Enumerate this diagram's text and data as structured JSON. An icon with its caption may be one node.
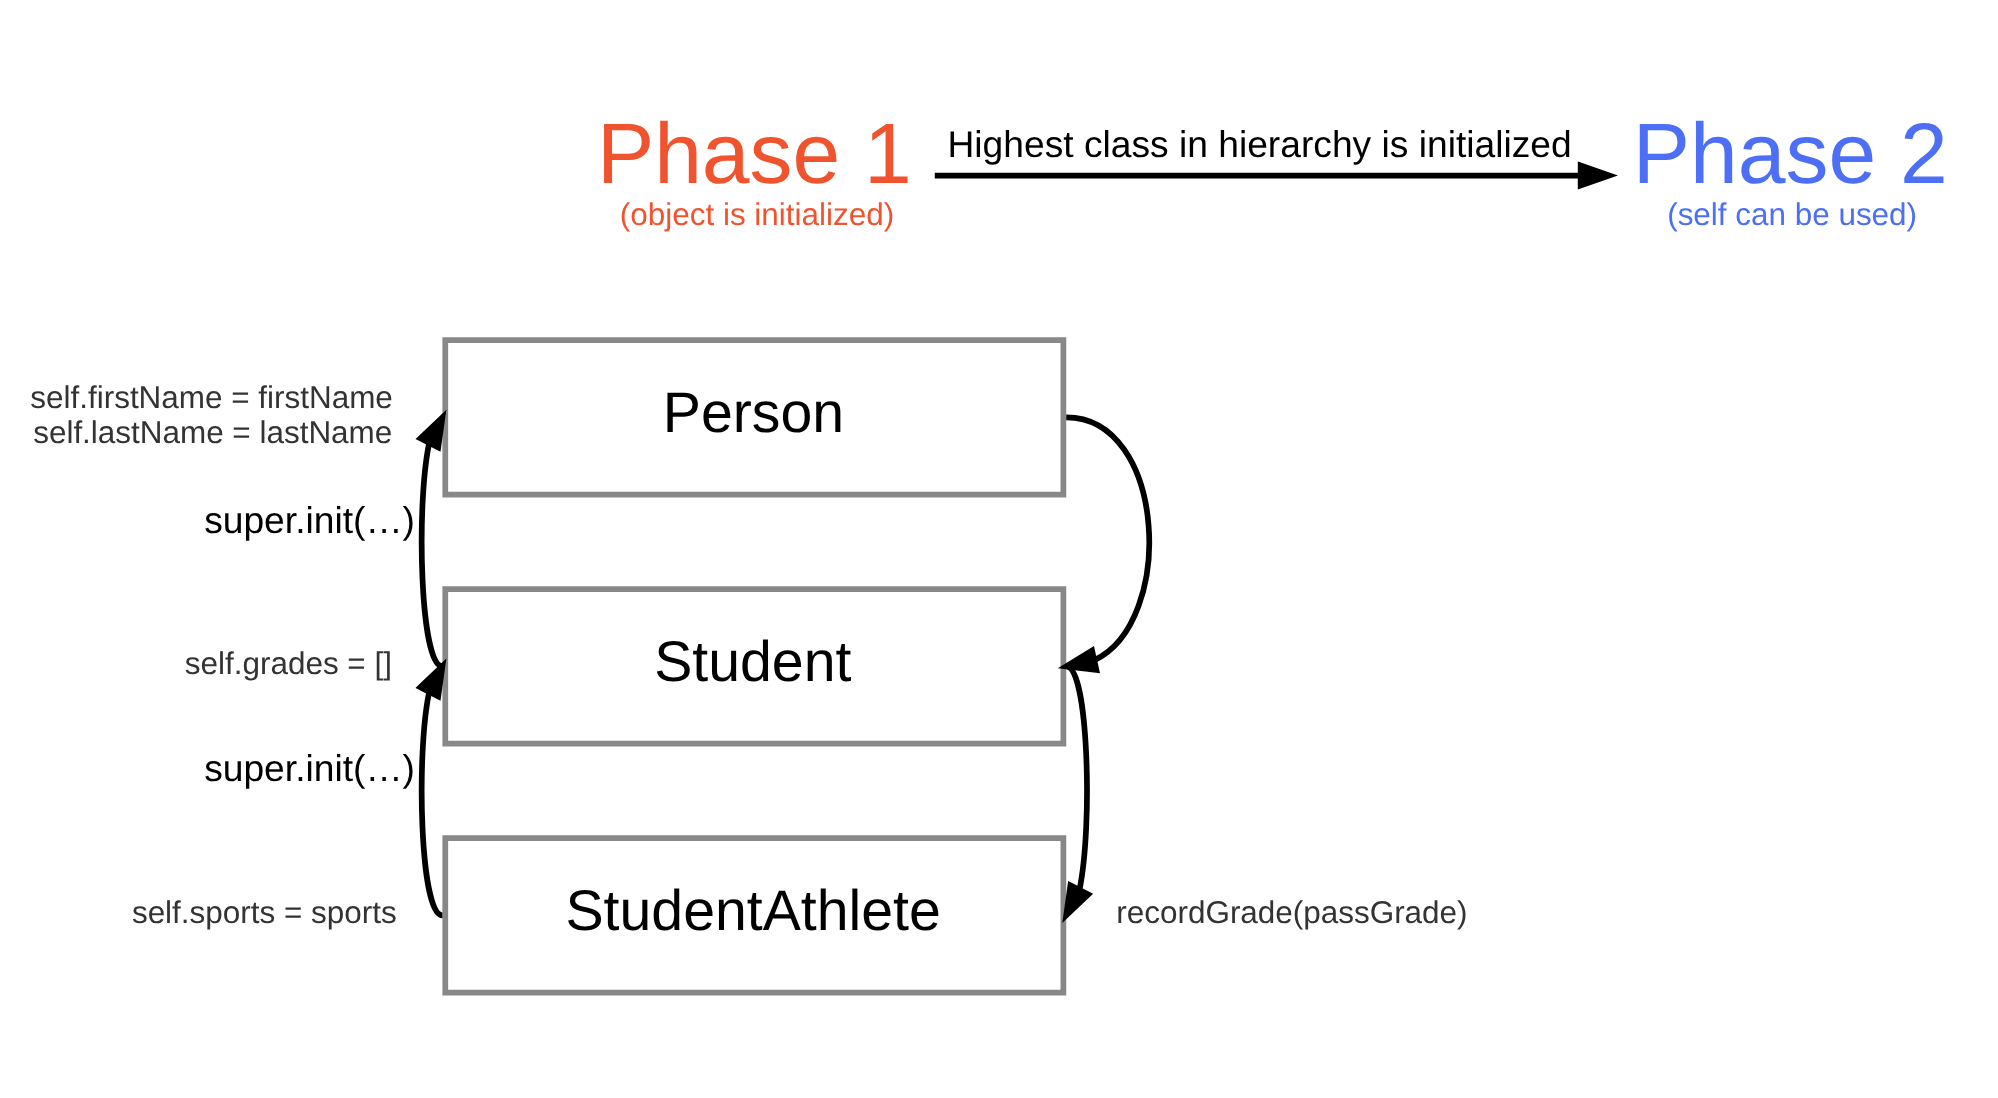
{
  "diagram": {
    "nodes": [
      {
        "text": [
          "Phase 1",
          "(object is initialized)"
        ]
      },
      {
        "text": [
          "Phase 2",
          "(self can be used)"
        ]
      },
      {
        "text": [
          "Person"
        ],
        "beside": [
          "self.firstName = firstName self.lastName = lastName"
        ]
      },
      {
        "text": [
          "Student"
        ],
        "beside": [
          "self.grades = []"
        ]
      },
      {
        "text": [
          "StudentAthlete"
        ],
        "beside": [
          "self.sports = sports",
          "recordGrade(passGrade)"
        ]
      }
    ],
    "edges": [
      {
        "from": 0,
        "to": 1,
        "arrow": "to",
        "label": "Highest class in hierarchy is initialized"
      },
      {
        "from": 3,
        "to": 2,
        "arrow": "to",
        "label": "super.init(…)"
      },
      {
        "from": 4,
        "to": 3,
        "arrow": "to",
        "label": "super.init(…)"
      },
      {
        "from": 2,
        "to": 3,
        "arrow": "to"
      },
      {
        "from": 3,
        "to": 4,
        "arrow": "to"
      }
    ]
  }
}
